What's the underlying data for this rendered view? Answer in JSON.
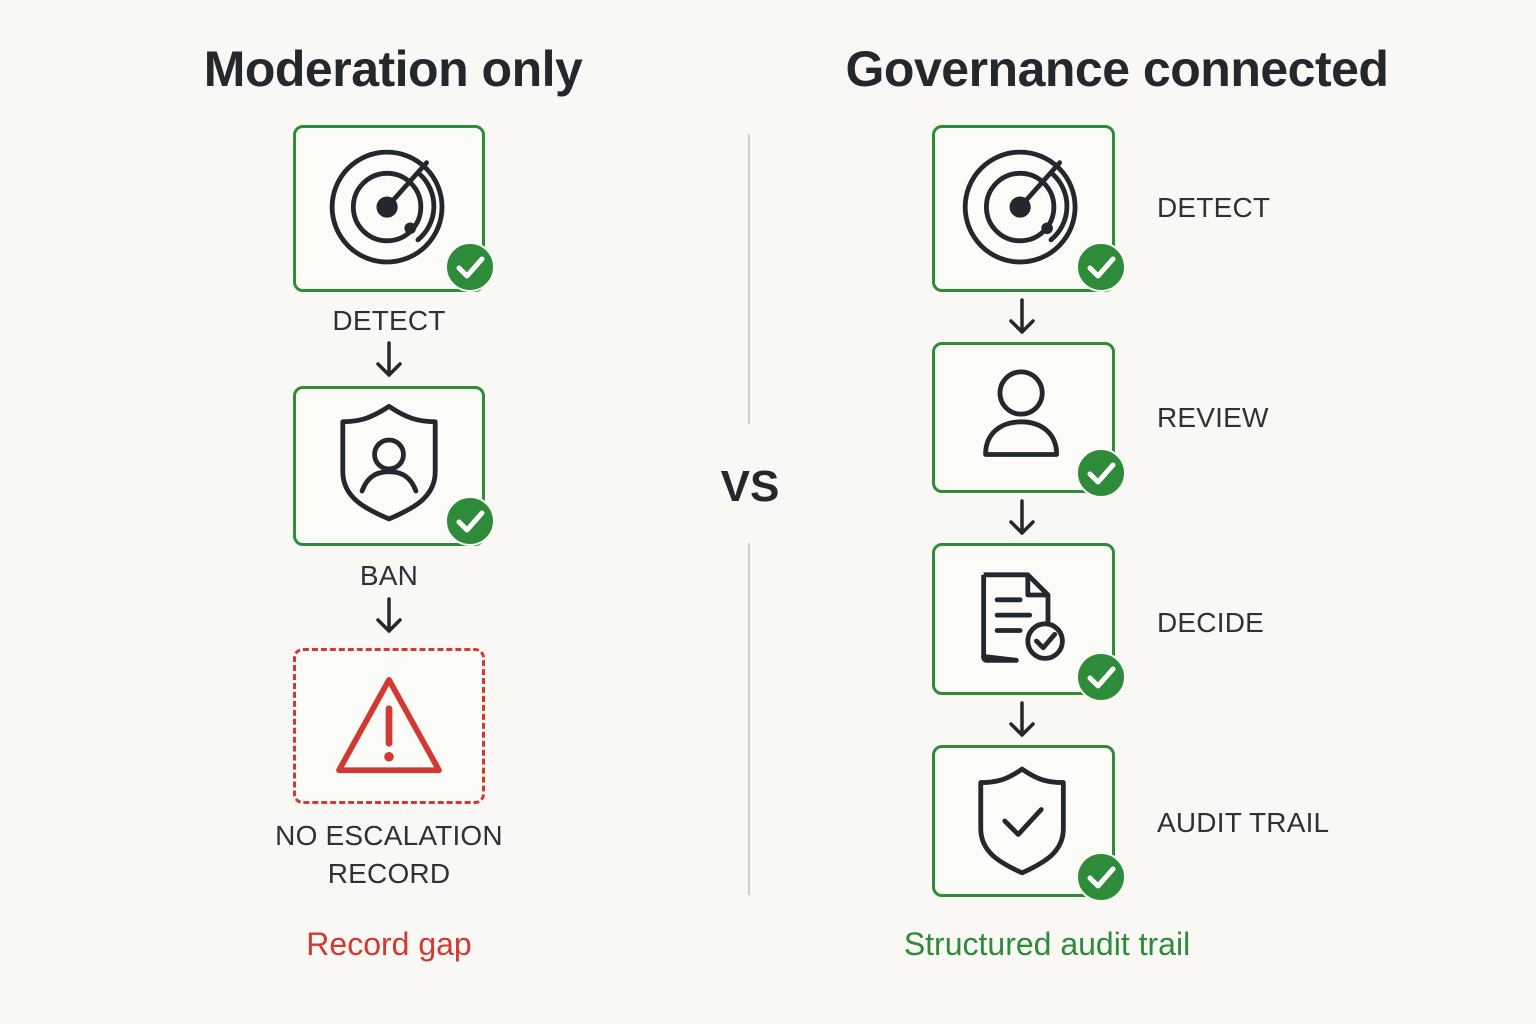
{
  "left": {
    "title": "Moderation only",
    "steps": [
      {
        "label": "DETECT",
        "icon": "radar-icon",
        "status": "check"
      },
      {
        "label": "BAN",
        "icon": "shield-user-icon",
        "status": "check"
      },
      {
        "label_line1": "NO ESCALATION",
        "label_line2": "RECORD",
        "icon": "warning-icon",
        "status": "missing"
      }
    ],
    "footer": "Record gap"
  },
  "vs": "VS",
  "right": {
    "title": "Governance connected",
    "steps": [
      {
        "label": "DETECT",
        "icon": "radar-icon",
        "status": "check"
      },
      {
        "label": "REVIEW",
        "icon": "person-icon",
        "status": "check"
      },
      {
        "label": "DECIDE",
        "icon": "document-check-icon",
        "status": "check"
      },
      {
        "label": "AUDIT TRAIL",
        "icon": "shield-check-icon",
        "status": "check"
      }
    ],
    "footer": "Structured audit trail"
  },
  "colors": {
    "green": "#2e8b3a",
    "red": "#d13a32",
    "text": "#23282d",
    "background": "#f9f8f4"
  }
}
